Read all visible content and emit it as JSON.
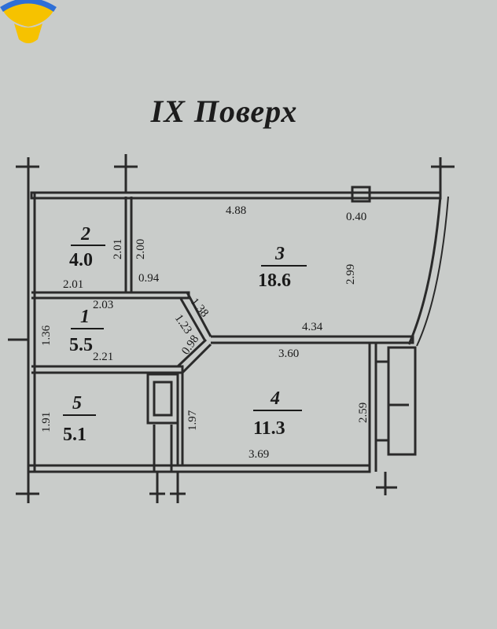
{
  "title": "IX Поверх",
  "colors": {
    "background": "#c9ccca",
    "wall": "#2a2a2a",
    "logo_yellow": "#f6c200",
    "logo_blue": "#2e6fd6"
  },
  "logo_icon": "shield-logo",
  "rooms": [
    {
      "number": "1",
      "area": "5.5"
    },
    {
      "number": "2",
      "area": "4.0"
    },
    {
      "number": "3",
      "area": "18.6"
    },
    {
      "number": "4",
      "area": "11.3"
    },
    {
      "number": "5",
      "area": "5.1"
    }
  ],
  "dimensions": {
    "top_4_88": "4.88",
    "top_0_40": "0.40",
    "r2_h_2_01": "2.01",
    "r2_v_2_01": "2.01",
    "r3_v_2_00": "2.00",
    "r3_0_94": "0.94",
    "r3_2_99": "2.99",
    "r1_2_03": "2.03",
    "r1_1_36": "1.36",
    "r1_2_21": "2.21",
    "diag_1_38": "1.38",
    "diag_1_23": "1.23",
    "diag_0_98": "0.98",
    "r3_4_34": "4.34",
    "r4_3_60": "3.60",
    "r4_2_59": "2.59",
    "r4_1_97": "1.97",
    "r4_3_69": "3.69",
    "r5_1_91": "1.91"
  }
}
